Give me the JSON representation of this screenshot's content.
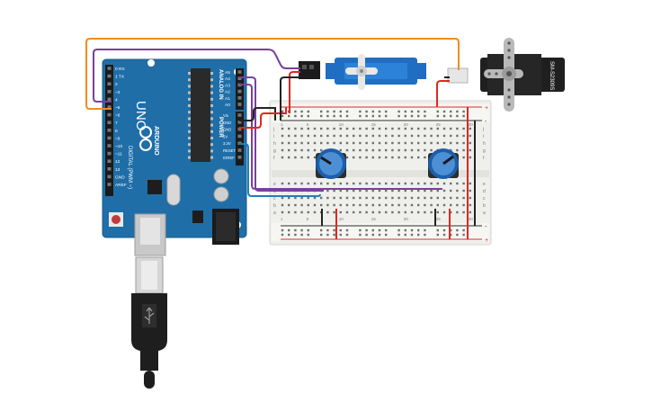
{
  "arduino": {
    "model": "UNO",
    "brand": "ARDUINO",
    "digital_header_label": "DIGITAL (PWM ~)",
    "analog_header_label": "ANALOG IN",
    "power_header_label": "POWER",
    "digital_pins": [
      "0 RX",
      "1 TX",
      "2",
      "~3",
      "4",
      "~5",
      "~6",
      "7",
      "8",
      "~9",
      "~10",
      "~11",
      "12",
      "13",
      "GND",
      "AREF"
    ],
    "analog_pins": [
      "A5",
      "A4",
      "A3",
      "A2",
      "A1",
      "A0"
    ],
    "power_pins": [
      "Vin",
      "GND",
      "GND",
      "5V",
      "3.3V",
      "RESET",
      "IOREF"
    ]
  },
  "servo_small": {
    "label": ""
  },
  "servo_large": {
    "label": "SM-S2309S"
  },
  "breadboard": {
    "row_letters_top": [
      "j",
      "i",
      "h",
      "g",
      "f"
    ],
    "row_letters_bottom": [
      "e",
      "d",
      "c",
      "b",
      "a"
    ],
    "column_numbers": [
      "1",
      "5",
      "10",
      "15",
      "20",
      "25",
      "30"
    ],
    "rail_plus": "+",
    "rail_minus": "-"
  },
  "wire_colors": {
    "orange": "#f28c1e",
    "purple": "#7b3f9c",
    "red": "#e0271f",
    "black": "#222222",
    "blue": "#1f7fc1"
  }
}
